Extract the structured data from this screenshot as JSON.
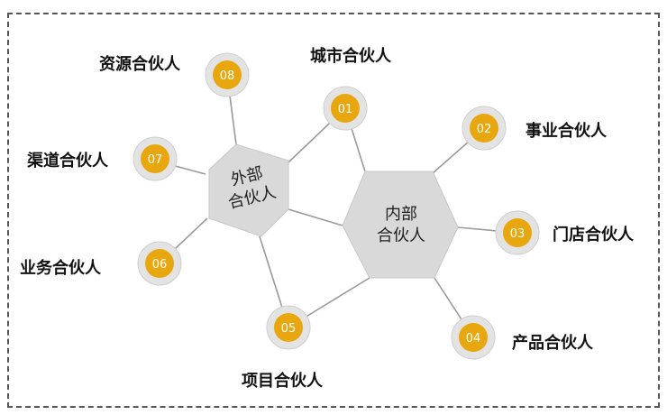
{
  "hubs": {
    "outer": {
      "line1": "外部",
      "line2": "合伙人"
    },
    "inner": {
      "line1": "内部",
      "line2": "合伙人"
    }
  },
  "partners": [
    {
      "num": "01",
      "label": "城市合伙人"
    },
    {
      "num": "02",
      "label": "事业合伙人"
    },
    {
      "num": "03",
      "label": "门店合伙人"
    },
    {
      "num": "04",
      "label": "产品合伙人"
    },
    {
      "num": "05",
      "label": "项目合伙人"
    },
    {
      "num": "06",
      "label": "业务合伙人"
    },
    {
      "num": "07",
      "label": "渠道合伙人"
    },
    {
      "num": "08",
      "label": "资源合伙人"
    }
  ],
  "colors": {
    "accent": "#E8A70F",
    "hex_fill": "#D9D9D9",
    "ring": "#E3E3E3",
    "line": "#9A9A9A"
  }
}
